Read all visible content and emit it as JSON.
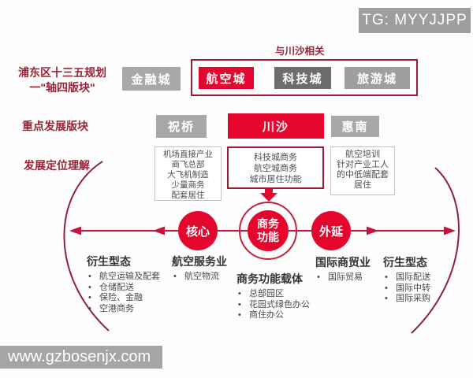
{
  "badges": {
    "tg": "TG: MYYJJPP",
    "watermark": "www.gzbosenjx.com"
  },
  "colors": {
    "accent_red": "#e4062d",
    "maroon": "#9b1b33",
    "line_red": "#c81239",
    "arc_red": "#8e2040",
    "gray_box": "#a8a8a8",
    "gray_dark": "#6d6d6d",
    "gray_light": "#9f9f9f",
    "badge_gray": "#9e9e9e"
  },
  "labels": {
    "planning_line1": "浦东区十三五规划",
    "planning_line2": "一\"轴四版块\"",
    "key_blocks": "重点发展版块",
    "positioning": "发展定位理解",
    "related_to_chuansha": "与川沙相关"
  },
  "plan_row": {
    "finance_city": "金融城",
    "aviation_city": "航空城",
    "tech_city": "科技城",
    "tourism_city": "旅游城"
  },
  "district_row": {
    "zhuqiao": "祝桥",
    "chuansha": "川沙",
    "huinan": "惠南"
  },
  "desc_boxes": {
    "zhuqiao": [
      "机场直接产业",
      "商飞总部",
      "大飞机制造",
      "少量商务",
      "配套居住"
    ],
    "chuansha": [
      "科技城商务",
      "航空城商务",
      "城市居住功能"
    ],
    "huinan": [
      "航空培训",
      "针对产业工人",
      "的中低端配套",
      "居住"
    ]
  },
  "circles": {
    "core": "核心",
    "center_line1": "商务",
    "center_line2": "功能",
    "extension": "外延"
  },
  "bottom_groups": [
    {
      "title": "衍生型态",
      "items": [
        "航空运输及配套",
        "仓储配送",
        "保险、金融",
        "空港商务"
      ]
    },
    {
      "title": "航空服务业",
      "items": [
        "航空物流"
      ]
    },
    {
      "title": "商务功能载体",
      "items": [
        "总部园区",
        "花园式绿色办公",
        "商住办公"
      ]
    },
    {
      "title": "国际商贸业",
      "items": [
        "国际贸易"
      ]
    },
    {
      "title": "衍生型态",
      "items": [
        "国际配送",
        "国际中转",
        "国际采购"
      ]
    }
  ]
}
